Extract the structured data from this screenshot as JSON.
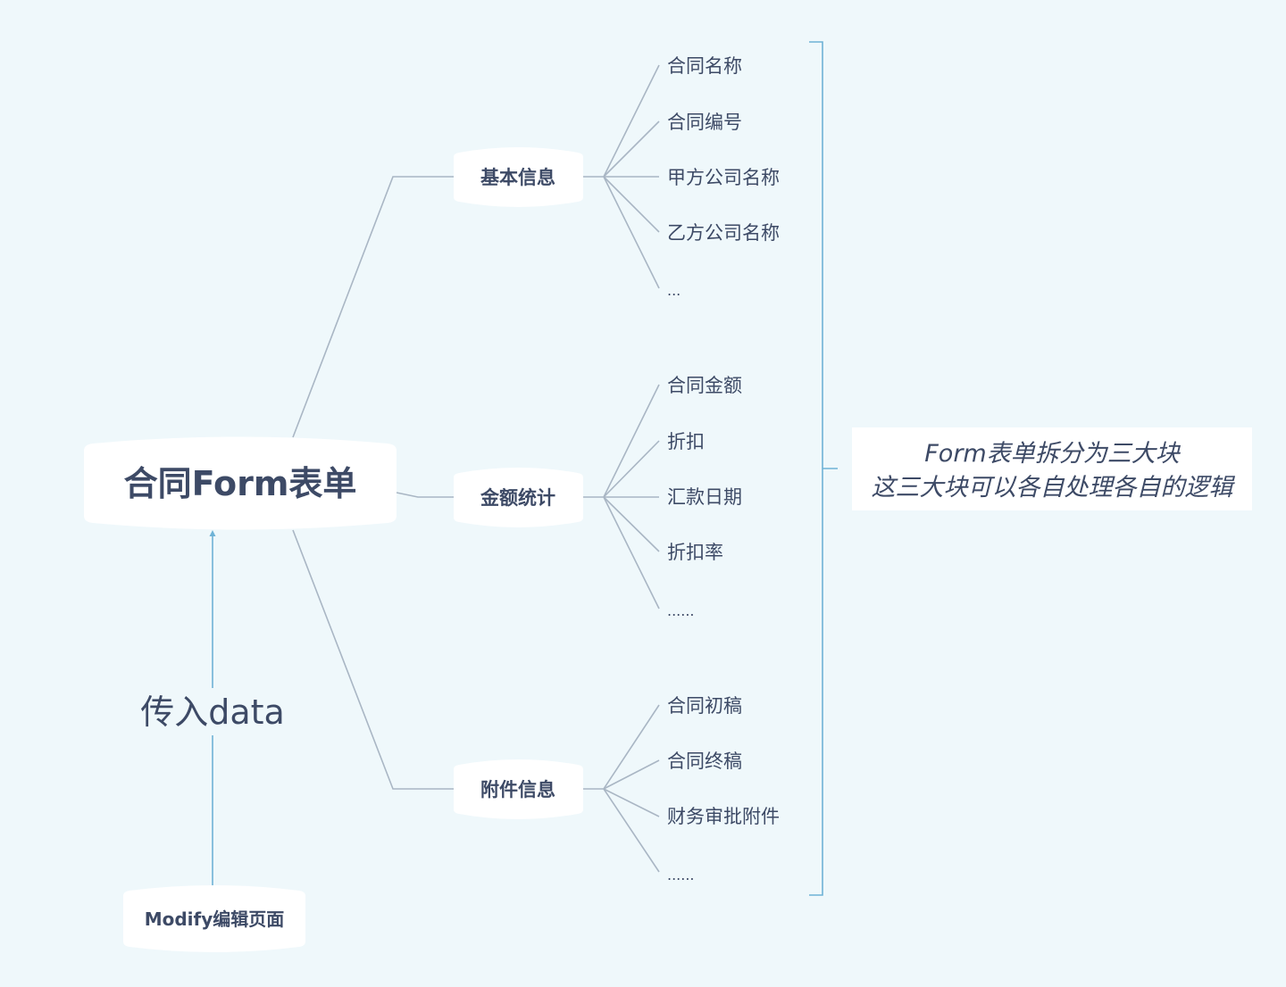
{
  "root": {
    "label": "合同Form表单"
  },
  "branches": [
    {
      "label": "基本信息",
      "leaves": [
        "合同名称",
        "合同编号",
        "甲方公司名称",
        "乙方公司名称",
        "..."
      ]
    },
    {
      "label": "金额统计",
      "leaves": [
        "合同金额",
        "折扣",
        "汇款日期",
        "折扣率",
        "......"
      ]
    },
    {
      "label": "附件信息",
      "leaves": [
        "合同初稿",
        "合同终稿",
        "财务审批附件",
        "......"
      ]
    }
  ],
  "source": {
    "label": "Modify编辑页面"
  },
  "arrow": {
    "label": "传入data"
  },
  "note": {
    "line1": "Form表单拆分为三大块",
    "line2": "这三大块可以各自处理各自的逻辑"
  },
  "colors": {
    "background": "#eff8fb",
    "text": "#3d4a66",
    "link": "#a9b6c4",
    "accent": "#6fb3d6"
  }
}
